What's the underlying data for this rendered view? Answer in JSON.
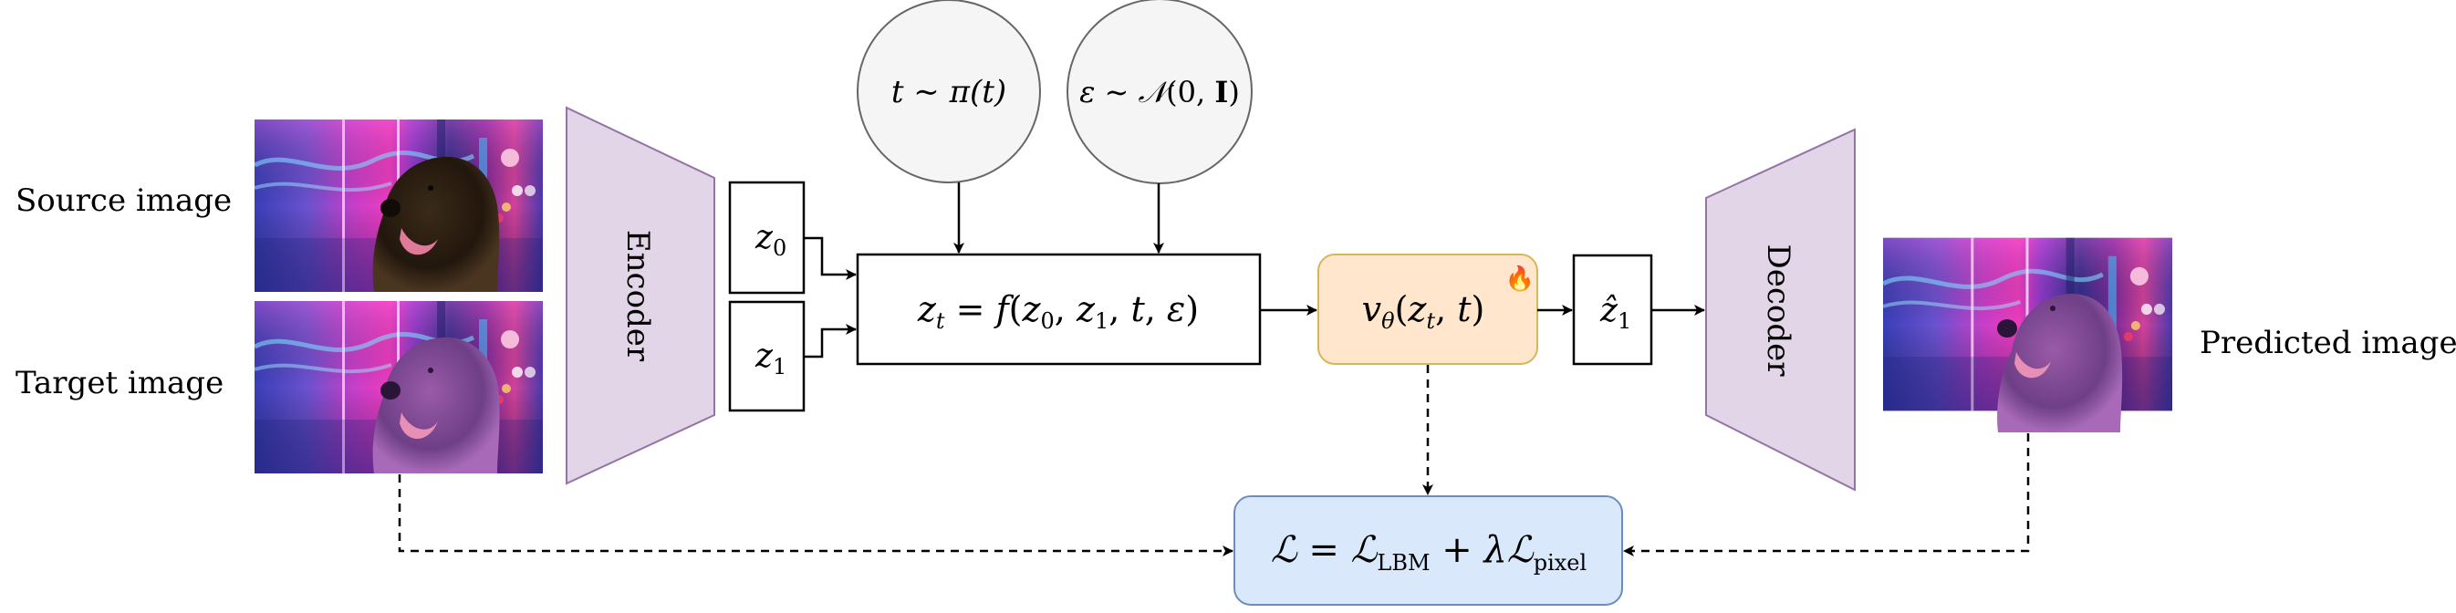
{
  "labels": {
    "source_image": "Source image",
    "target_image": "Target image",
    "predicted_image": "Predicted image",
    "encoder": "Encoder",
    "decoder": "Decoder"
  },
  "latents": {
    "z0": {
      "base": "z",
      "sub": "0"
    },
    "z1": {
      "base": "z",
      "sub": "1"
    },
    "z1_hat": {
      "base": "ẑ",
      "sub": "1"
    }
  },
  "samplers": {
    "t": {
      "lhs": "t",
      "op": " ∼ ",
      "rhs": "π(t)"
    },
    "eps": {
      "lhs": "ε",
      "op": " ∼ ",
      "rhs_cal": "𝒩",
      "rhs_args_pre": "(0, ",
      "rhs_bold": "I",
      "rhs_args_post": ")"
    }
  },
  "interpolation": {
    "lhs_base": "z",
    "lhs_sub": "t",
    "eq": " = ",
    "fn": "f",
    "open": "(",
    "arg1_base": "z",
    "arg1_sub": "0",
    "sep1": ", ",
    "arg2_base": "z",
    "arg2_sub": "1",
    "sep2": ", ",
    "arg3": "t",
    "sep3": ", ",
    "arg4": "ε",
    "close": ")"
  },
  "network": {
    "fn_base": "v",
    "fn_sub": "θ",
    "open": "(",
    "arg1_base": "z",
    "arg1_sub": "t",
    "sep": ", ",
    "arg2": "t",
    "close": ")",
    "trainable_icon": "🔥"
  },
  "loss": {
    "lhs": "ℒ",
    "eq": " = ",
    "term1": "ℒ",
    "term1_sub": "LBM",
    "plus": " + ",
    "lambda": "λ",
    "term2": "ℒ",
    "term2_sub": "pixel"
  },
  "colors": {
    "autoencoder_fill": "#e1d5e7",
    "autoencoder_stroke": "#9673a6",
    "sampler_fill": "#f5f5f5",
    "sampler_stroke": "#666666",
    "network_fill": "#ffe6cc",
    "network_stroke": "#d6b656",
    "loss_fill": "#dae8fc",
    "loss_stroke": "#6c8ebf"
  }
}
